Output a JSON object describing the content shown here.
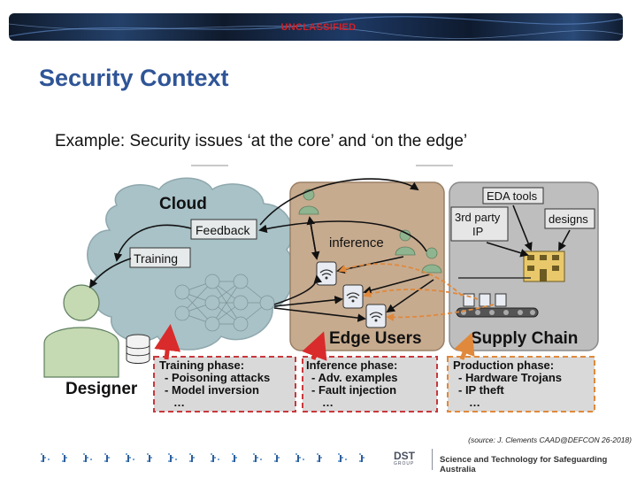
{
  "header": {
    "classification": "UNCLASSIFIED",
    "title": "Security Context",
    "subtitle": "Example: Security issues ‘at the core’ and ‘on the edge’"
  },
  "diagram": {
    "cloud_label": "Cloud",
    "feedback_label": "Feedback",
    "training_label": "Training",
    "designer_label": "Designer",
    "inference_label": "inference",
    "edge_users_label": "Edge Users",
    "supply_chain_label": "Supply Chain",
    "eda_tools_label": "EDA tools",
    "third_party_ip_line1": "3rd party",
    "third_party_ip_line2": "IP",
    "designs_label": "designs",
    "training_phase": {
      "title": "Training phase:",
      "items": [
        "- Poisoning attacks",
        "- Model inversion"
      ],
      "ellipsis": "…"
    },
    "inference_phase": {
      "title": "Inference phase:",
      "items": [
        "- Adv. examples",
        "- Fault injection"
      ],
      "ellipsis": "…"
    },
    "production_phase": {
      "title": "Production phase:",
      "items": [
        "- Hardware Trojans",
        "- IP theft"
      ],
      "ellipsis": "…"
    },
    "colors": {
      "cloud": "#a8c2c7",
      "edge_panel": "#c7ab8f",
      "supply_panel": "#bebebe",
      "phase_border": "#c8383c",
      "phase_fill": "#d9d9d9",
      "attack_arrow": "#d92b2b",
      "dashed_arrow": "#e0893c"
    }
  },
  "footer": {
    "source_note": "(source: J. Clements CAAD@DEFCON 26-2018)",
    "logo_text": "DST",
    "logo_small": "GROUP",
    "tagline": "Science and Technology for Safeguarding Australia"
  }
}
